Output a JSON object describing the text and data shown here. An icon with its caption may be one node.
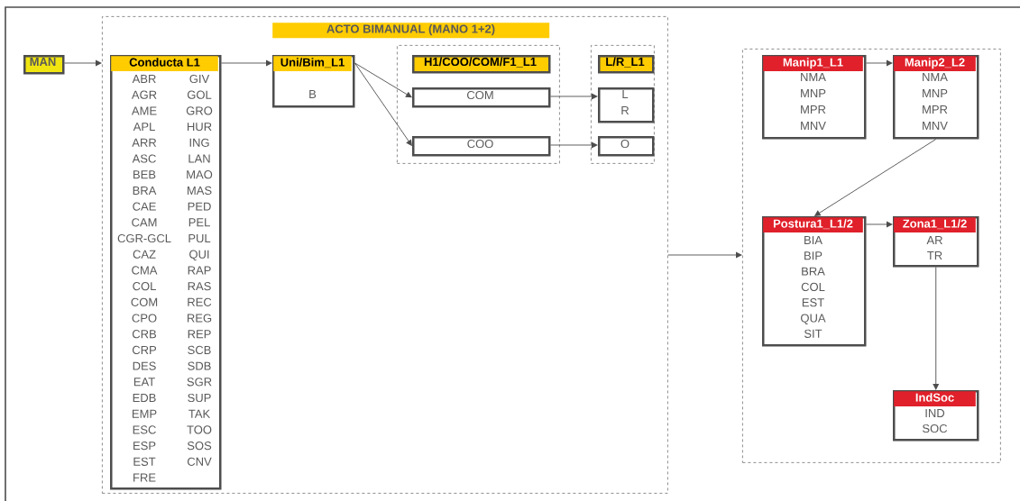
{
  "diagram": {
    "nodes": [
      {
        "text": [
          "MAN"
        ]
      },
      {
        "text": [],
        "shape": "box"
      },
      {
        "text": [
          "ACTO BIMANUAL (MANO 1+2)"
        ],
        "in": 1
      },
      {
        "text": [
          "Conducta L1",
          "ABR",
          "GIV",
          "AGR",
          "GOL",
          "AME",
          "GRO",
          "APL",
          "HUR",
          "ARR",
          "ING",
          "ASC",
          "LAN",
          "BEB",
          "MAO",
          "BRA",
          "MAS",
          "CAE",
          "PED",
          "CAM",
          "PEL",
          "CGR-GCL",
          "PUL",
          "CAZ",
          "QUI",
          "CMA",
          "RAP",
          "COL",
          "RAS",
          "COM",
          "REC",
          "CPO",
          "REG",
          "CRB",
          "REP",
          "CRP",
          "SCB",
          "DES",
          "SDB",
          "EAT",
          "SGR",
          "EDB",
          "SUP",
          "EMP",
          "TAK",
          "ESC",
          "TOO",
          "ESP",
          "SOS",
          "EST",
          "CNV",
          "FRE"
        ],
        "in": 1
      },
      {
        "text": [
          "Uni/Bim_L1",
          "B"
        ],
        "in": 1
      },
      {
        "text": [],
        "shape": "box",
        "in": 1
      },
      {
        "text": [
          "H1/COO/COM/F1_L1"
        ],
        "in": 5
      },
      {
        "text": [
          "COM"
        ],
        "in": 5
      },
      {
        "text": [
          "COO"
        ],
        "in": 5
      },
      {
        "text": [],
        "shape": "box",
        "in": 1
      },
      {
        "text": [
          "L/R_L1"
        ],
        "in": 9
      },
      {
        "text": [
          "L",
          "R"
        ],
        "in": 9
      },
      {
        "text": [
          "O"
        ],
        "in": 9
      },
      {
        "text": [],
        "shape": "box"
      },
      {
        "text": [
          "Manip1_L1",
          "NMA",
          "MNP",
          "MPR",
          "MNV"
        ],
        "in": 13
      },
      {
        "text": [
          "Manip2_L2",
          "NMA",
          "MNP",
          "MPR",
          "MNV"
        ],
        "in": 13
      },
      {
        "text": [
          "Postura1_L1/2",
          "BIA",
          "BIP",
          "BRA",
          "COL",
          "EST",
          "QUA",
          "SIT"
        ],
        "in": 13
      },
      {
        "text": [
          "Zona1_L1/2",
          "AR",
          "TR"
        ],
        "in": 13
      },
      {
        "text": [
          "IndSoc",
          "IND",
          "SOC"
        ],
        "in": 13
      }
    ],
    "edges": [
      {
        "from": 0,
        "to": 1,
        "arrow": "to"
      },
      {
        "from": 3,
        "to": 4,
        "arrow": "to"
      },
      {
        "from": 4,
        "to": 7,
        "arrow": "to"
      },
      {
        "from": 4,
        "to": 8,
        "arrow": "to"
      },
      {
        "from": 7,
        "to": 11,
        "arrow": "to"
      },
      {
        "from": 8,
        "to": 12,
        "arrow": "to"
      },
      {
        "from": 1,
        "to": 13,
        "arrow": "to"
      },
      {
        "from": 14,
        "to": 15,
        "arrow": "to"
      },
      {
        "from": 15,
        "to": 16,
        "arrow": "to"
      },
      {
        "from": 16,
        "to": 17,
        "arrow": "to"
      },
      {
        "from": 17,
        "to": 18,
        "arrow": "to"
      }
    ]
  }
}
